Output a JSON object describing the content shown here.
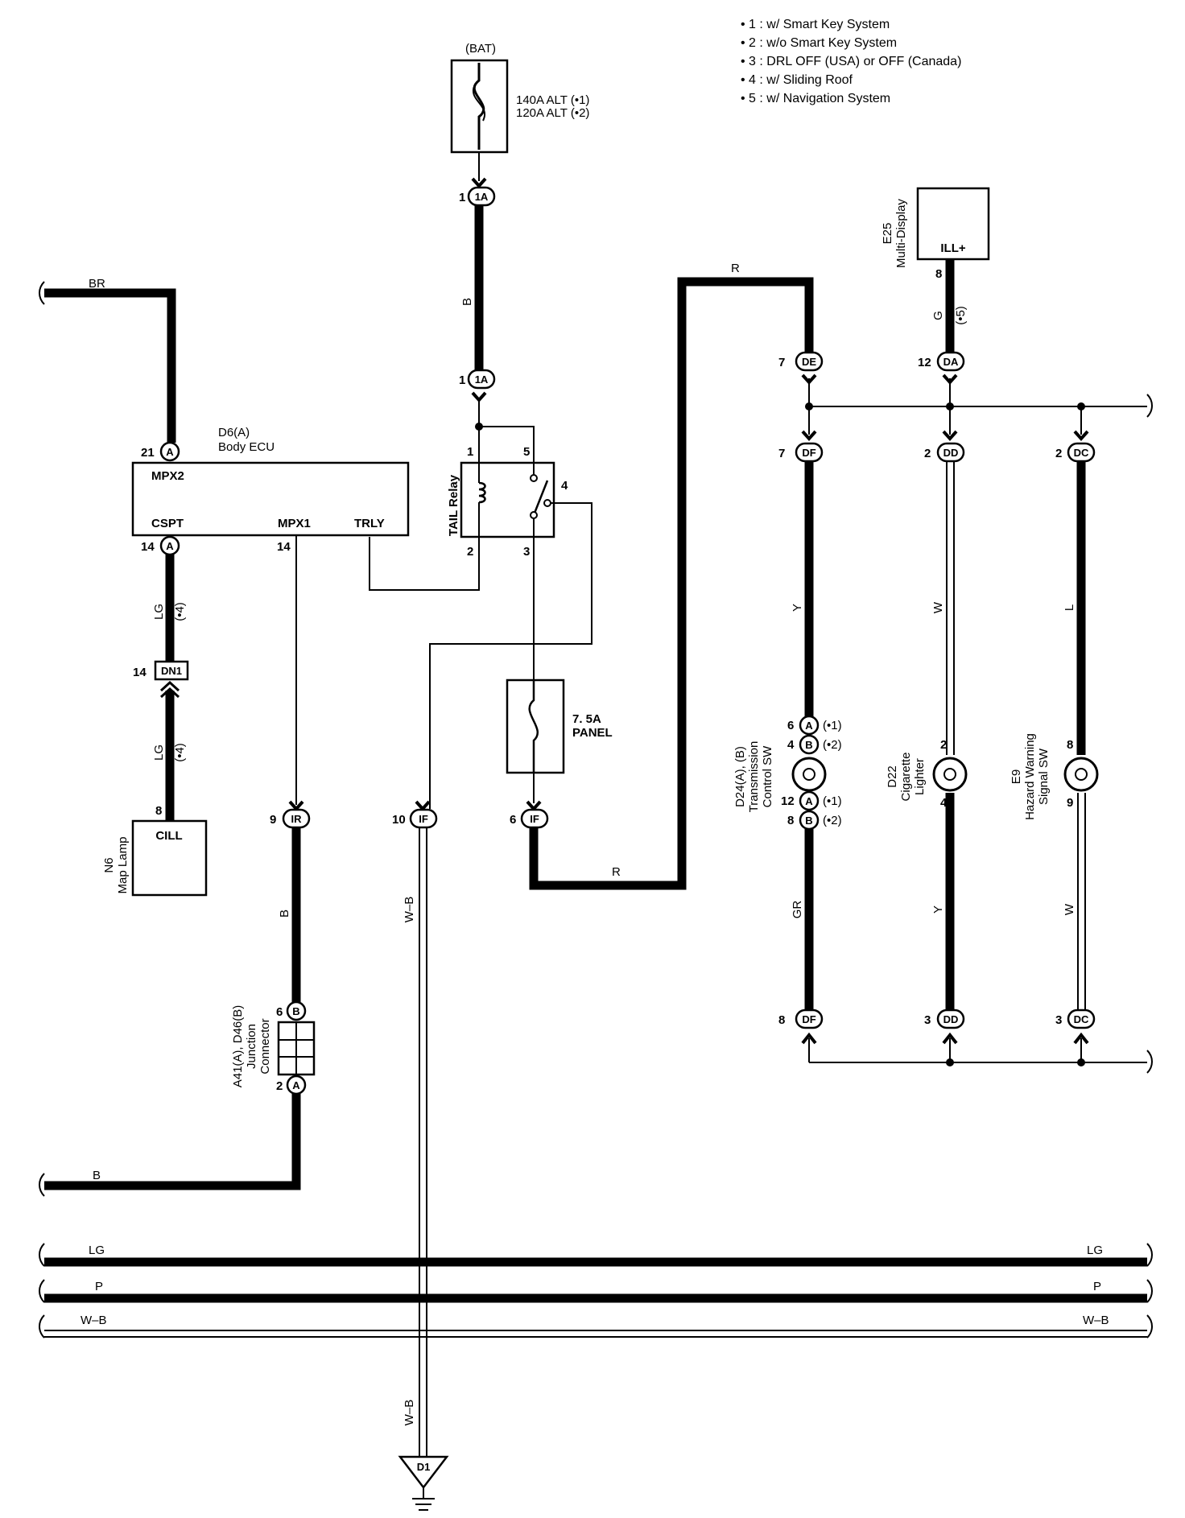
{
  "notes": [
    "• 1 : w/ Smart Key System",
    "• 2 : w/o Smart Key System",
    "• 3 : DRL OFF (USA) or OFF (Canada)",
    "• 4 : w/ Sliding Roof",
    "• 5 : w/ Navigation System"
  ],
  "battery": {
    "label": "(BAT)",
    "fuse_line1": "140A ALT (•1)",
    "fuse_line2": "120A ALT (•2)"
  },
  "connectors": {
    "c1A": "1A",
    "cDE": "DE",
    "cDF": "DF",
    "cDD": "DD",
    "cDC": "DC",
    "cDA": "DA",
    "cDN1": "DN1",
    "cIR": "IR",
    "cIF": "IF",
    "cA": "A",
    "cB": "B",
    "cD1": "D1"
  },
  "body_ecu": {
    "name": "D6(A)",
    "desc": "Body ECU",
    "mpx2": "MPX2",
    "cspt": "CSPT",
    "mpx1": "MPX1",
    "trly": "TRLY"
  },
  "tail_relay": {
    "label": "TAIL Relay"
  },
  "panel_fuse": {
    "line1": "7. 5A",
    "line2": "PANEL"
  },
  "map_lamp": {
    "terminal": "CILL",
    "name": "N6",
    "desc": "Map Lamp"
  },
  "multi_display": {
    "terminal": "ILL+",
    "name": "E25",
    "desc": "Multi-Display"
  },
  "transmission_sw": {
    "name": "D24(A), (B)",
    "desc1": "Transmission",
    "desc2": "Control SW"
  },
  "cigarette_lighter": {
    "name": "D22",
    "desc1": "Cigarette",
    "desc2": "Lighter"
  },
  "hazard_sw": {
    "name": "E9",
    "desc1": "Hazard Warning",
    "desc2": "Signal SW"
  },
  "junction": {
    "name": "A41(A), D46(B)",
    "desc1": "Junction",
    "desc2": "Connector"
  },
  "wires": {
    "B": "B",
    "BR": "BR",
    "R": "R",
    "G": "G",
    "Y": "Y",
    "W": "W",
    "L": "L",
    "GR": "GR",
    "LG": "LG",
    "P": "P",
    "WB": "W–B"
  },
  "conds": {
    "c1": "(•1)",
    "c2": "(•2)",
    "c4": "(•4)",
    "c5": "(•5)"
  },
  "pins": {
    "p1": "1",
    "p2": "2",
    "p3": "3",
    "p4": "4",
    "p5": "5",
    "p6": "6",
    "p7": "7",
    "p8": "8",
    "p9": "9",
    "p10": "10",
    "p12": "12",
    "p14": "14",
    "p21": "21"
  }
}
